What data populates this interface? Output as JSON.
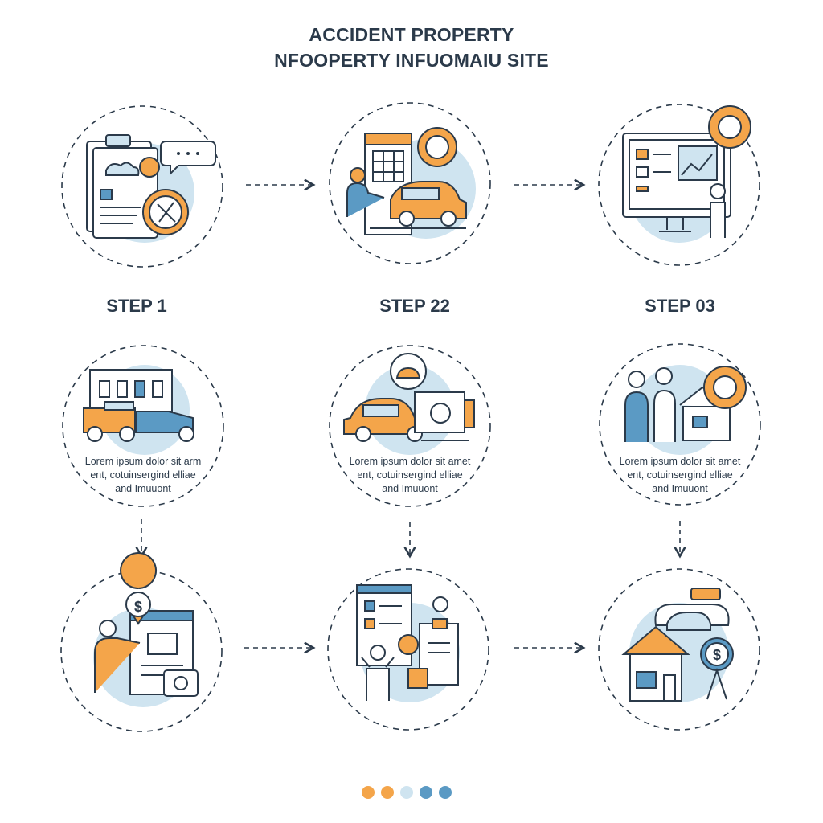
{
  "title": {
    "line1": "ACCIDENT PROPERTY",
    "line2": "NFOOPERTY INFUOMAIU SITE"
  },
  "steps": [
    {
      "label": "STEP 1"
    },
    {
      "label": "STEP 22"
    },
    {
      "label": "STEP 03"
    }
  ],
  "descriptions": [
    {
      "line1": "Lorem ipsum dolor sit arm",
      "line2": "ent, cotuinsergind elliae",
      "line3": "and Imuuont"
    },
    {
      "line1": "Lorem ipsum dolor sit amet",
      "line2": "ent, cotuinsergind elliae",
      "line3": "and Imuuont"
    },
    {
      "line1": "Lorem ipsum dolor sit amet",
      "line2": "ent, cotuinsergind elliae",
      "line3": "and Imuuont"
    }
  ],
  "icons": {
    "row1": [
      "clipboard-report-icon",
      "car-dealership-icon",
      "monitor-analytics-icon"
    ],
    "row2": [
      "building-vehicle-icon",
      "car-appraisal-icon",
      "people-house-icon"
    ],
    "row3": [
      "person-price-board-icon",
      "checklist-document-icon",
      "house-price-icon"
    ]
  },
  "colors": {
    "orange": "#f4a54a",
    "blue": "#5b9ac4",
    "light_blue": "#cfe4f0",
    "ink": "#2b3a4a"
  },
  "pagination_dots": [
    "#f4a54a",
    "#f4a54a",
    "#cfe4f0",
    "#5b9ac4",
    "#5b9ac4"
  ]
}
